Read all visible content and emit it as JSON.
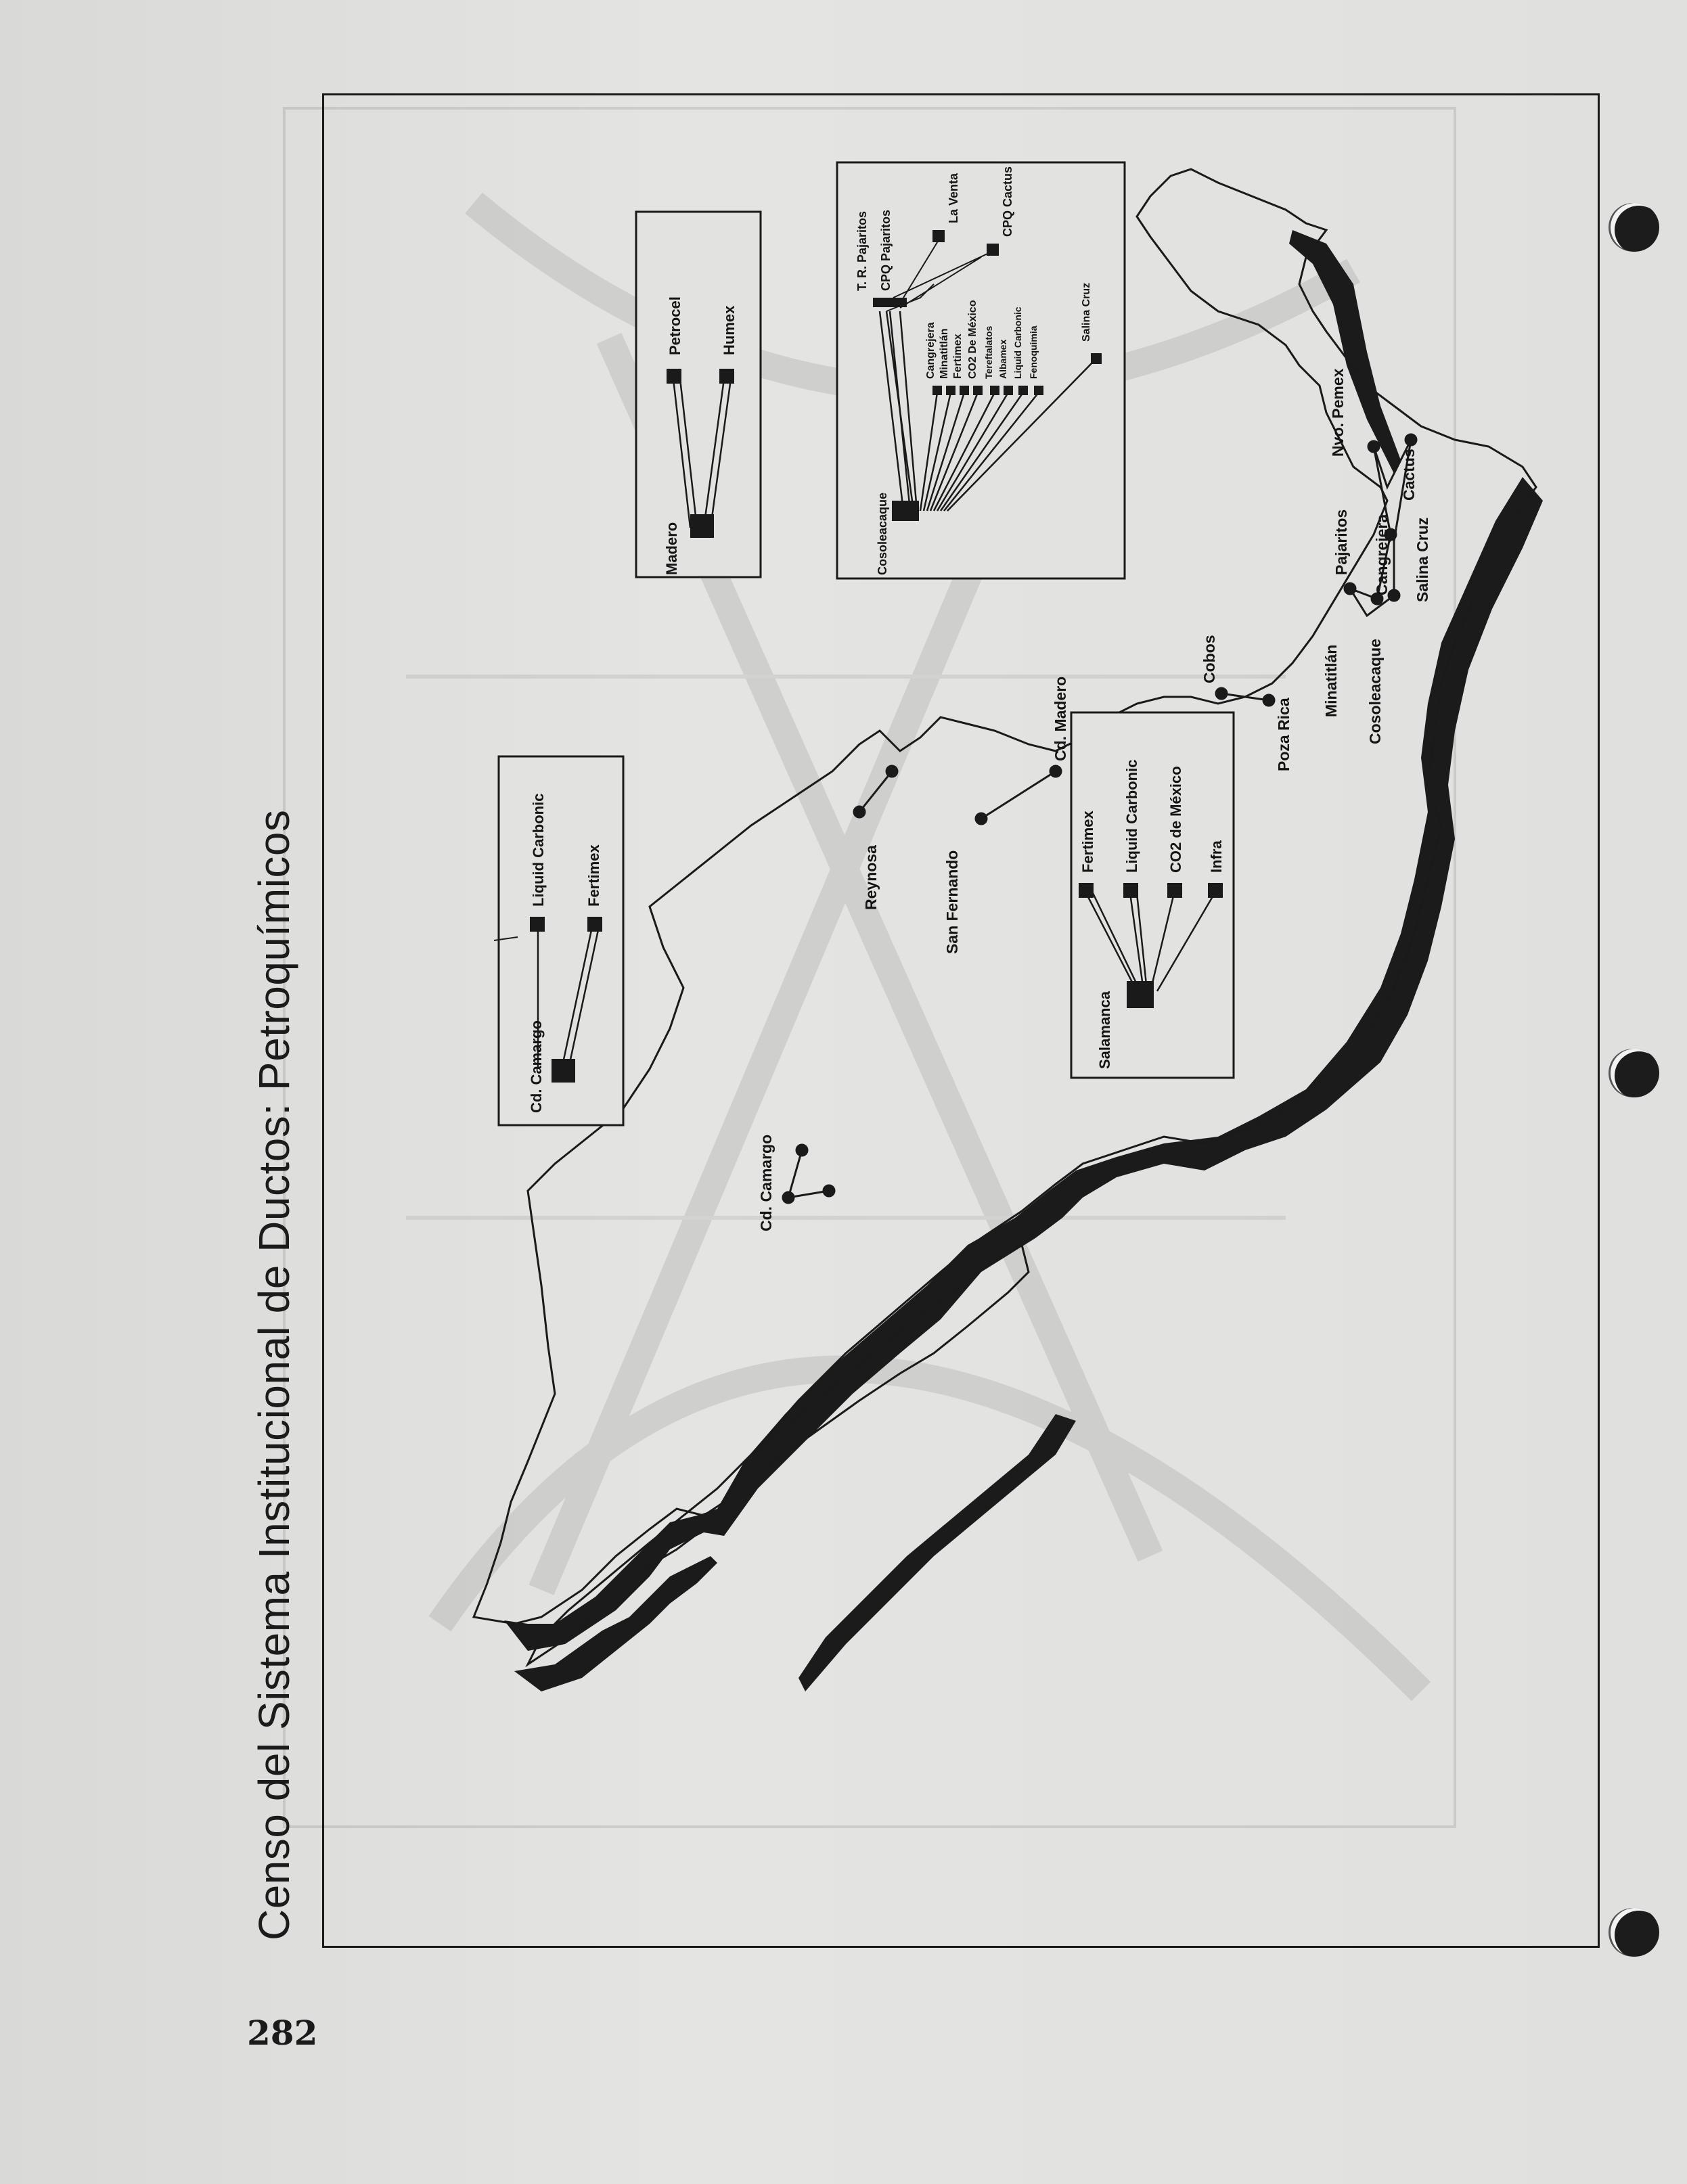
{
  "page": {
    "title": "Censo del Sistema Institucional de Ductos: Petroquímicos",
    "page_number": "282"
  },
  "map_labels": {
    "cd_camargo": "Cd. Camargo",
    "reynosa": "Reynosa",
    "san_fernando": "San Fernando",
    "cd_madero": "Cd. Madero",
    "cobos": "Cobos",
    "poza_rica": "Poza Rica",
    "minatitlan": "Minatitlán",
    "coscolacaque": "Cosoleacaque",
    "pajaritos": "Pajaritos",
    "cangrejera": "Cangrejera",
    "nvo_pemex": "Nvo. Pemex",
    "cactus": "Cactus",
    "salina_cruz": "Salina Cruz"
  },
  "inset_camargo": {
    "origin": "Cd. Camargo",
    "dest1": "Liquid Carbonic",
    "dest2": "Fertimex"
  },
  "inset_madero": {
    "origin": "Madero",
    "dest1": "Petrocel",
    "dest2": "Humex"
  },
  "inset_salamanca": {
    "origin": "Salamanca",
    "dests": [
      "Fertimex",
      "Liquid Carbonic",
      "CO2 de México",
      "Infra"
    ]
  },
  "inset_coatza": {
    "origin": "Cosoleacaque",
    "top_labels": [
      "T. R. Pajaritos",
      "CPQ Pajaritos"
    ],
    "la_venta": "La Venta",
    "cpq_cactus": "CPQ Cactus",
    "list": [
      "Cangrejera",
      "Minatitlán",
      "Fertimex",
      "CO2 De México",
      "Tereftalatos",
      "Albamex",
      "Liquid Carbonic",
      "Fenoquimia"
    ],
    "salina_cruz": "Salina Cruz"
  }
}
